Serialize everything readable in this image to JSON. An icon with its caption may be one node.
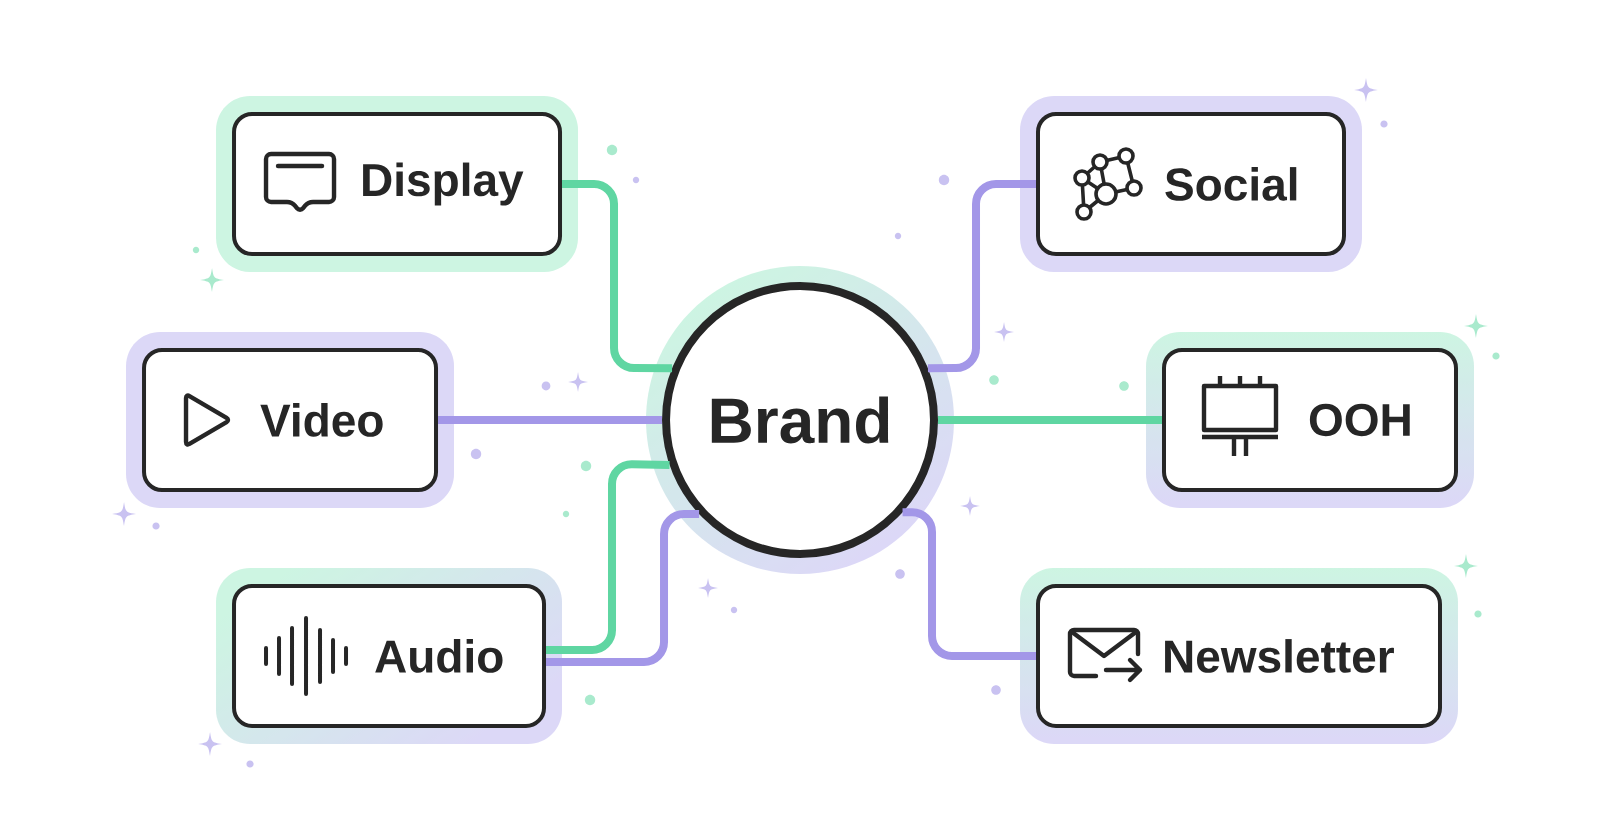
{
  "diagram": {
    "nodes": [
      {
        "text": [
          "Display"
        ]
      },
      {
        "text": [
          "Social"
        ]
      },
      {
        "text": [
          "Video"
        ]
      },
      {
        "text": [
          "Brand"
        ]
      },
      {
        "text": [
          "OOH"
        ]
      },
      {
        "text": [
          "Audio"
        ]
      },
      {
        "text": [
          "Newsletter"
        ]
      }
    ],
    "edges": [
      {
        "from": 0,
        "to": 3,
        "arrow": "none",
        "color": "#5fd6a2"
      },
      {
        "from": 1,
        "to": 3,
        "arrow": "none"
      },
      {
        "from": 2,
        "to": 3,
        "arrow": "none"
      },
      {
        "from": 4,
        "to": 3,
        "arrow": "none",
        "color": "#5fd6a2"
      },
      {
        "from": 5,
        "to": 3,
        "arrow": "none",
        "color": "#5fd6a2"
      },
      {
        "from": 5,
        "to": 3,
        "arrow": "none"
      },
      {
        "from": 6,
        "to": 3,
        "arrow": "none"
      }
    ]
  }
}
